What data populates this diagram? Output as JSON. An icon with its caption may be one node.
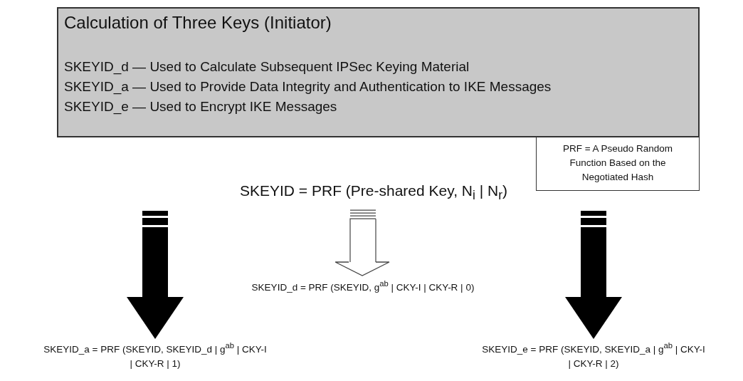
{
  "diagram": {
    "nodes": [
      {
        "text": [
          "Calculation of Three Keys (Initiator)",
          "SKEYID_d — Used to Calculate Subsequent IPSec Keying Material",
          "SKEYID_a — Used to Provide Data Integrity and Authentication to IKE Messages",
          "SKEYID_e — Used to Encrypt IKE Messages"
        ]
      },
      {
        "text": [
          "PRF = A Pseudo Random Function Based on the Negotiated Hash"
        ]
      },
      {
        "text": [
          "SKEYID = PRF (Pre-shared Key, N$_{i}$ | N$_{r}$)"
        ]
      },
      {
        "text": [
          "SKEYID_d = PRF (SKEYID, g$^{ab}$ | CKY-I | CKY-R | 0)"
        ]
      },
      {
        "text": [
          "SKEYID_a = PRF (SKEYID, SKEYID_d | g$^{ab}$ | CKY-I | CKY-R | 1)"
        ]
      },
      {
        "text": [
          "SKEYID_e = PRF (SKEYID, SKEYID_a | g$^{ab}$ | CKY-I | CKY-R | 2)"
        ]
      }
    ],
    "edges": [
      {
        "from": null,
        "to": 4,
        "arrow": "to"
      },
      {
        "from": 2,
        "to": 3,
        "arrow": "to"
      },
      {
        "from": null,
        "to": 5,
        "arrow": "to"
      }
    ]
  }
}
